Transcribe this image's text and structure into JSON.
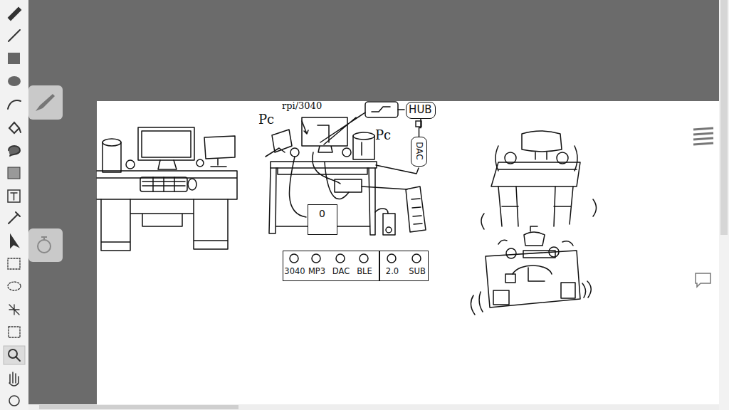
{
  "diagram": {
    "nodes": [
      {
        "text": [
          "HUB"
        ]
      },
      {
        "text": [
          "DAC"
        ]
      },
      {
        "text": [
          "0"
        ]
      },
      {
        "text": [
          "3040",
          "MP3",
          "DAC",
          "BLE"
        ]
      },
      {
        "text": [
          "2.0",
          "SUB"
        ]
      }
    ],
    "edges": [
      {
        "from": 0,
        "to": 1,
        "arrow": "none"
      }
    ],
    "labels": [
      "Pc",
      "rpi/3040",
      "Pc"
    ]
  }
}
